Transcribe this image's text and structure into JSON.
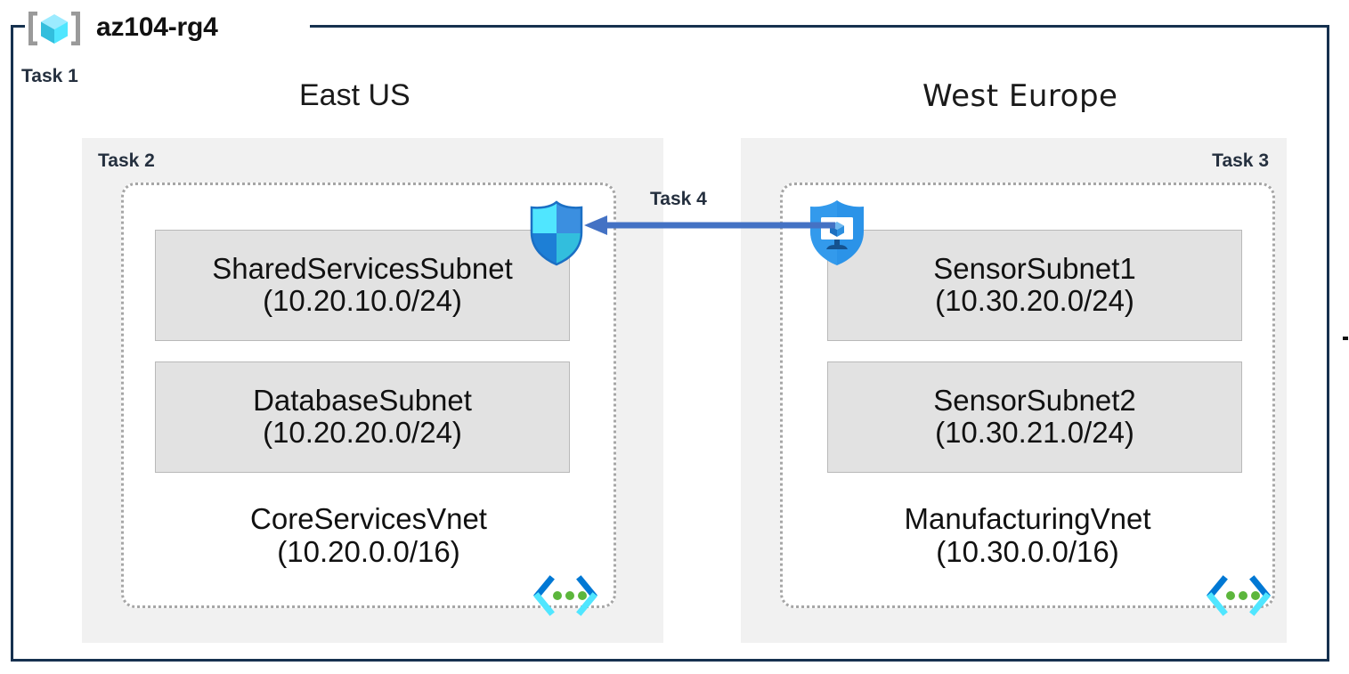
{
  "diagram": {
    "resource_group": {
      "name": "az104-rg4",
      "icon": "resource-group-cube-icon",
      "task_label": "Task 1",
      "border_color": "#16314f"
    },
    "regions": [
      {
        "id": "east-us",
        "title": "East US",
        "task_label": "Task 2",
        "panel_color": "#f1f1f1",
        "vnet": {
          "name": "CoreServicesVnet",
          "cidr": "(10.20.0.0/16)",
          "icon": "virtual-network-icon",
          "subnets": [
            {
              "name": "SharedServicesSubnet",
              "cidr": "(10.20.10.0/24)"
            },
            {
              "name": "DatabaseSubnet",
              "cidr": "(10.20.20.0/24)"
            }
          ],
          "attached_icon": "network-security-group-shield-icon"
        }
      },
      {
        "id": "west-europe",
        "title": "West Europe",
        "task_label": "Task 3",
        "panel_color": "#f1f1f1",
        "vnet": {
          "name": "ManufacturingVnet",
          "cidr": "(10.30.0.0/16)",
          "icon": "virtual-network-icon",
          "subnets": [
            {
              "name": "SensorSubnet1",
              "cidr": "(10.30.20.0/24)"
            },
            {
              "name": "SensorSubnet2",
              "cidr": "(10.30.21.0/24)"
            }
          ],
          "attached_icon": "bastion-shield-icon"
        }
      }
    ],
    "connection": {
      "task_label": "Task 4",
      "direction": "right-to-left",
      "color": "#4472c4"
    },
    "colors": {
      "frame": "#16314f",
      "panel": "#f1f1f1",
      "subnet_fill": "#e2e2e2",
      "subnet_stroke": "#b9b9b9",
      "vnet_dash": "#a6a6a6",
      "arrow": "#4472c4",
      "task_text": "#25303f",
      "azure_cyan": "#50e6ff",
      "azure_blue": "#0078d4",
      "vnet_dot_green": "#5cb63c"
    }
  }
}
